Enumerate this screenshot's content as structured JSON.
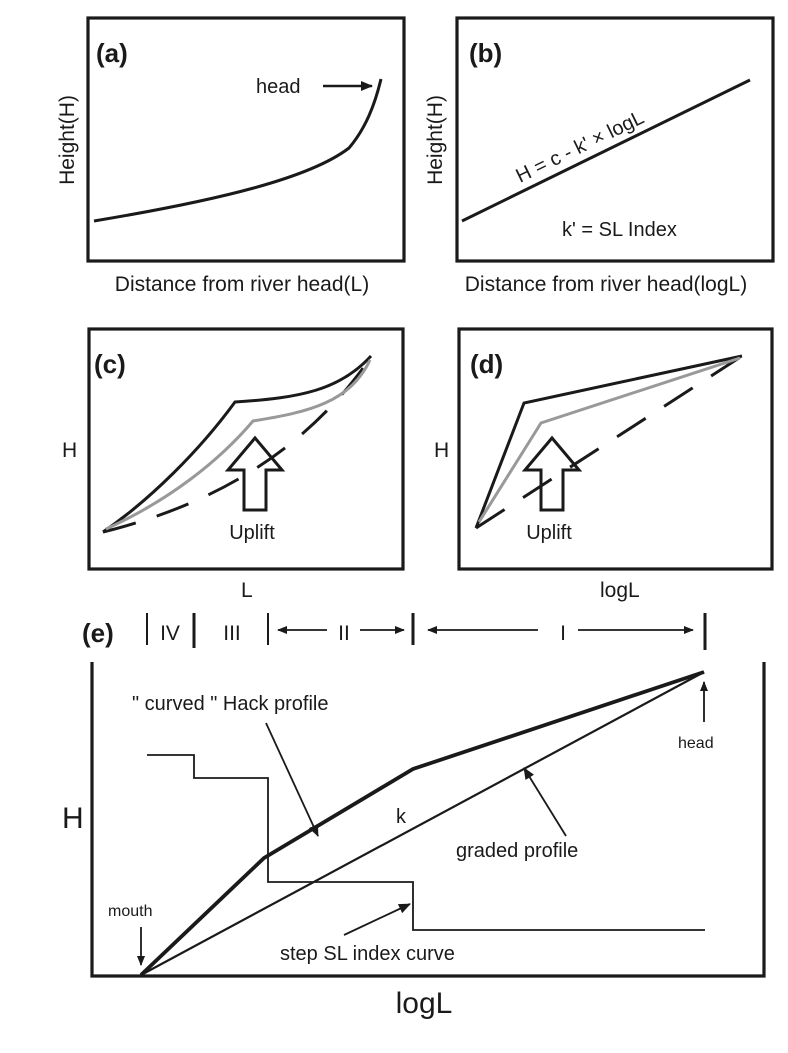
{
  "panel_a": {
    "tag": "(a)",
    "y_label": "Height(H)",
    "x_label": "Distance from river head(L)",
    "head_label": "head"
  },
  "panel_b": {
    "tag": "(b)",
    "y_label": "Height(H)",
    "x_label": "Distance from river head(logL)",
    "equation": "H = c - k' × logL",
    "index_note": "k' = SL Index"
  },
  "panel_c": {
    "tag": "(c)",
    "y_label": "H",
    "x_label": "L",
    "uplift_label": "Uplift"
  },
  "panel_d": {
    "tag": "(d)",
    "y_label": "H",
    "x_label": "logL",
    "uplift_label": "Uplift"
  },
  "panel_e": {
    "tag": "(e)",
    "zones": [
      "IV",
      "III",
      "II",
      "I"
    ],
    "y_label": "H",
    "x_label": "logL",
    "hack_label": "\" curved \" Hack profile",
    "graded_label": "graded profile",
    "step_label": "step SL index curve",
    "k_label": "k",
    "mouth_label": "mouth",
    "head_label": "head"
  },
  "colors": {
    "ink": "#1a1a1a",
    "gray_profile": "#999999",
    "background": "#ffffff"
  }
}
